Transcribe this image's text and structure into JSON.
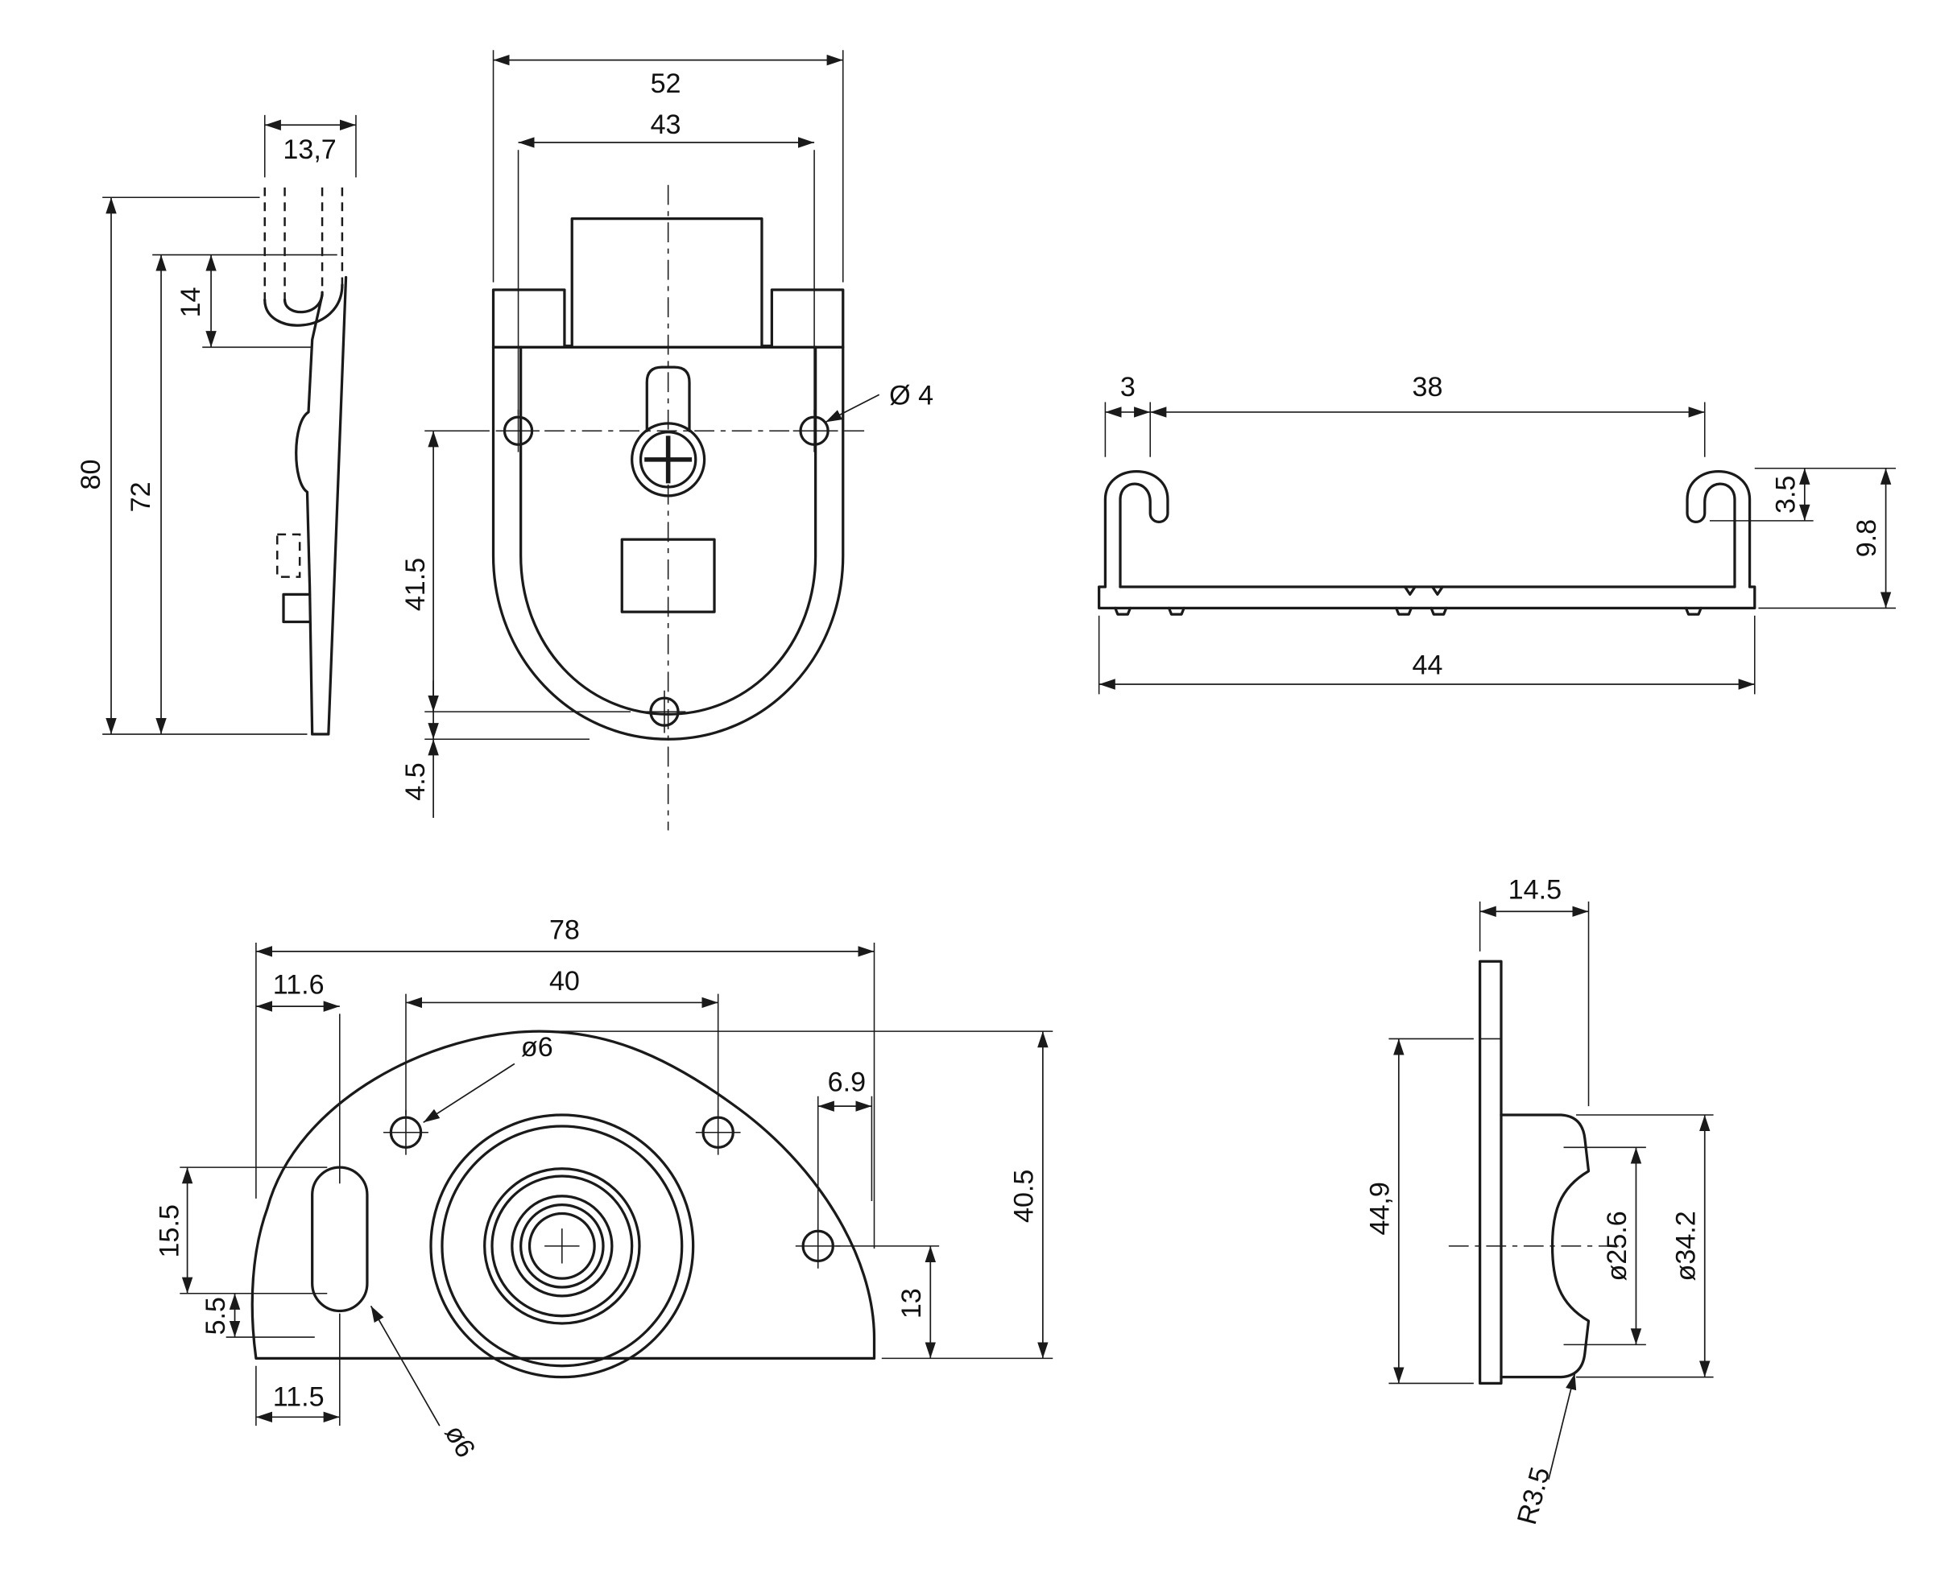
{
  "drawing": {
    "background": "#ffffff",
    "line_color": "#1a1a1a"
  },
  "views": {
    "latch_side": {
      "hook_width": "13,7",
      "hook_height": "14",
      "total_height": "80",
      "plate_height": "72"
    },
    "latch_front": {
      "outer_width": "52",
      "hole_span": "43",
      "hole_dia": "Ø 4",
      "upper_height": "41.5",
      "lower_height": "4.5"
    },
    "rail": {
      "hook_width": "3",
      "span": "38",
      "hook_height": "3.5",
      "total_height": "9.8",
      "total_width": "44"
    },
    "plate": {
      "total_width": "78",
      "slot_offset_top": "11.6",
      "hole_span": "40",
      "hole_dia": "ø6",
      "edge_offset": "6.9",
      "slot_length": "15.5",
      "slot_edge": "5.5",
      "total_height": "40.5",
      "hole_bottom": "13",
      "slot_offset_bottom": "11.5",
      "slot_dia": "ø6"
    },
    "roller": {
      "thickness": "14.5",
      "plate_height": "44,9",
      "groove_dia": "ø25.6",
      "outer_dia": "ø34.2",
      "flange_radius": "R3.5"
    }
  }
}
